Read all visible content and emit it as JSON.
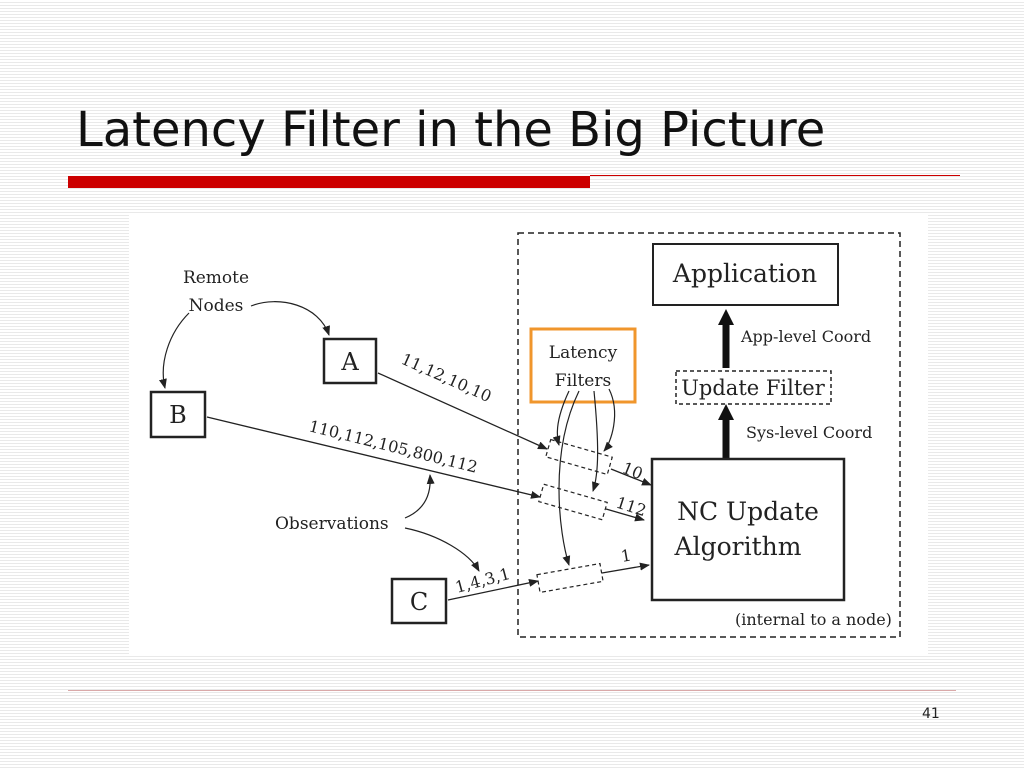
{
  "slide": {
    "title": "Latency Filter in the Big Picture",
    "page_number": "41"
  },
  "colors": {
    "title_bar": "#cc0000",
    "latency_filters_border": "#f0962c"
  },
  "diagram": {
    "remote_nodes_label": [
      "Remote",
      "Nodes"
    ],
    "nodes": {
      "a": "A",
      "b": "B",
      "c": "C"
    },
    "streams": {
      "a": "11,12,10,10",
      "b": "110,112,105,800,112",
      "c": "1,4,3,1"
    },
    "filter_outputs": {
      "a": "10",
      "b": "112",
      "c": "1"
    },
    "latency_filters_label": [
      "Latency",
      "Filters"
    ],
    "observations_label": "Observations",
    "application_label": "Application",
    "app_level_coord_label": "App-level Coord",
    "update_filter_label": "Update Filter",
    "sys_level_coord_label": "Sys-level Coord",
    "nc_update_label": [
      "NC Update",
      "Algorithm"
    ],
    "internal_label": "(internal to a node)"
  }
}
